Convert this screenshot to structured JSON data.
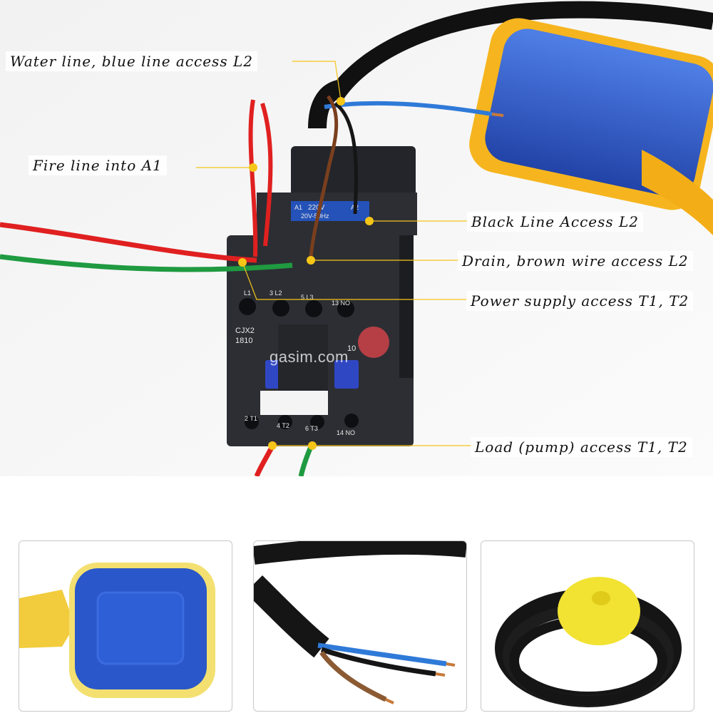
{
  "callouts": {
    "water_line": "Water line, blue line access L2",
    "fire_line": "Fire line into A1",
    "black_line": "Black Line Access L2",
    "drain_line": "Drain, brown wire access L2",
    "power_supply": "Power supply access T1, T2",
    "load_pump": "Load (pump) access T1, T2"
  },
  "contactor": {
    "model": "CJX2",
    "model_number": "1810",
    "coil_rating": "220V",
    "coil_freq": "20V-50Hz",
    "terminal_a1": "A1",
    "terminal_a2": "A2",
    "top_terminals": [
      "L1",
      "3 L2",
      "5 L3",
      "13 NO"
    ],
    "bottom_terminals": [
      "2 T1",
      "4 T2",
      "6 T3",
      "14 NO"
    ],
    "aux_label": "10"
  },
  "watermark": "gasim.com",
  "colors": {
    "blue_float": "#2f58c8",
    "yellow_float": "#f6b51e",
    "red_wire": "#e02020",
    "green_wire": "#1f9a40",
    "contactor_body": "#2c2e33",
    "marker": "#f5c518"
  },
  "thumbnails": [
    {
      "name": "float-switch-closeup"
    },
    {
      "name": "cable-wire-ends"
    },
    {
      "name": "coiled-cable-float"
    }
  ]
}
